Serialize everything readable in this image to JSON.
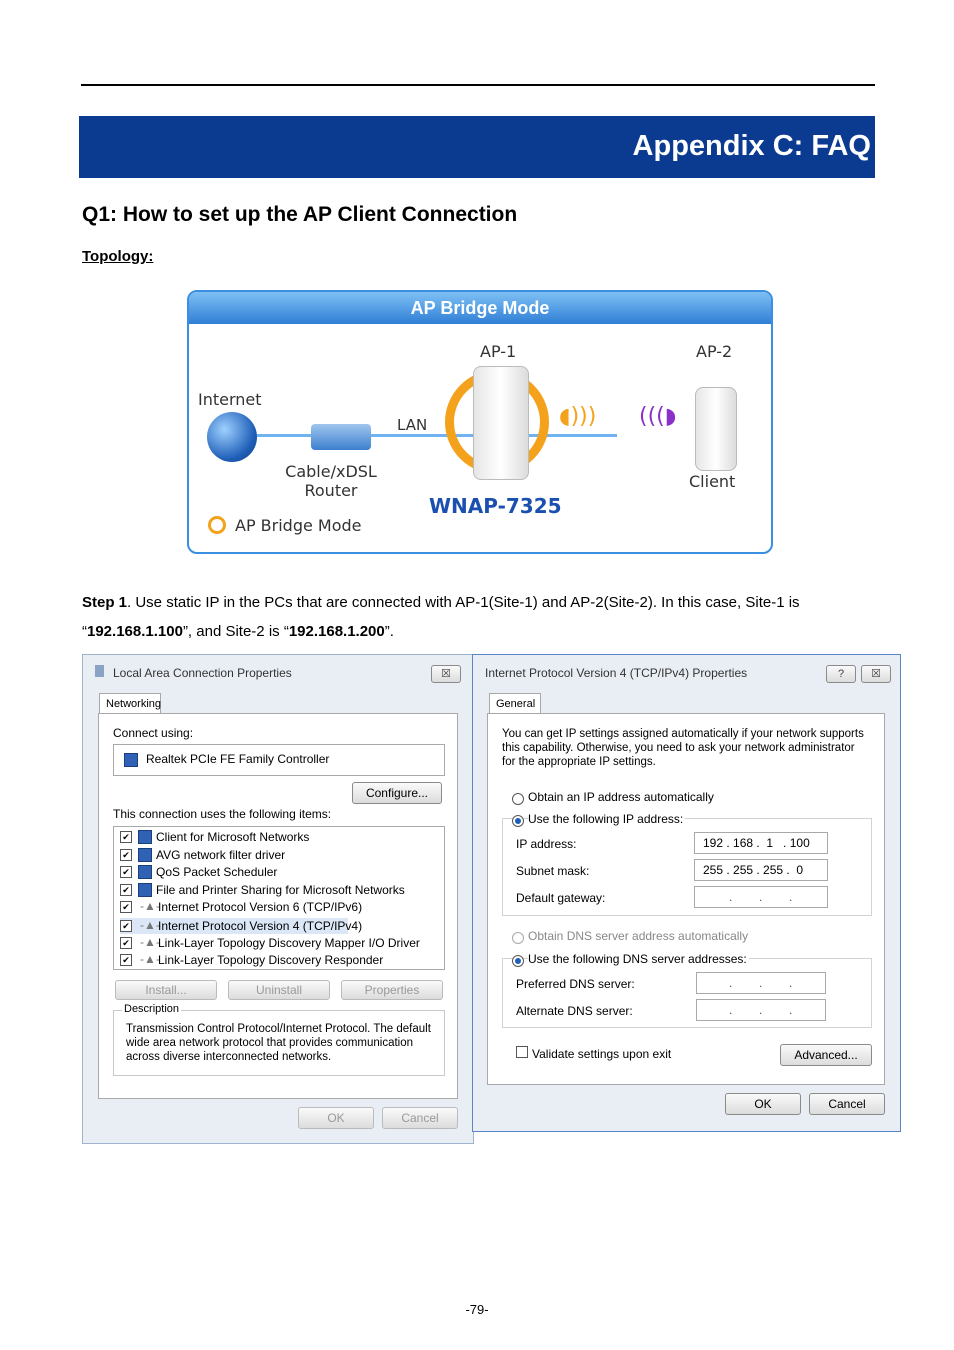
{
  "header": {
    "title": "Appendix C: FAQ"
  },
  "section": {
    "question": "Q1: How to set up the AP Client Connection",
    "topology_label": "Topology:"
  },
  "diagram": {
    "banner": "AP Bridge Mode",
    "internet": "Internet",
    "lan": "LAN",
    "router_line1": "Cable/xDSL",
    "router_line2": "Router",
    "ap1": "AP-1",
    "ap2": "AP-2",
    "model": "WNAP-7325",
    "client": "Client",
    "mode_legend": "AP Bridge Mode"
  },
  "step1": {
    "label": "Step 1",
    "text_a": ". Use static IP in the PCs that are connected with AP-1(Site-1) and AP-2(Site-2). In this case, Site-1 is",
    "quote_open": "“",
    "ip1": "192.168.1.100",
    "text_b": "”, and Site-2 is “",
    "ip2": "192.168.1.200",
    "text_c": "”."
  },
  "lac": {
    "title": "Local Area Connection Properties",
    "close": "☒",
    "tab": "Networking",
    "connect_using": "Connect using:",
    "adapter": "Realtek PCIe FE Family Controller",
    "configure": "Configure...",
    "items_label": "This connection uses the following items:",
    "items": [
      "Client for Microsoft Networks",
      "AVG network filter driver",
      "QoS Packet Scheduler",
      "File and Printer Sharing for Microsoft Networks",
      "Internet Protocol Version 6 (TCP/IPv6)",
      "Internet Protocol Version 4 (TCP/IPv4)",
      "Link-Layer Topology Discovery Mapper I/O Driver",
      "Link-Layer Topology Discovery Responder"
    ],
    "install": "Install...",
    "uninstall": "Uninstall",
    "properties": "Properties",
    "description_label": "Description",
    "description": "Transmission Control Protocol/Internet Protocol. The default wide area network protocol that provides communication across diverse interconnected networks.",
    "ok": "OK",
    "cancel": "Cancel"
  },
  "ipv4": {
    "title": "Internet Protocol Version 4 (TCP/IPv4) Properties",
    "help": "?",
    "close": "☒",
    "tab": "General",
    "intro": "You can get IP settings assigned automatically if your network supports this capability. Otherwise, you need to ask your network administrator for the appropriate IP settings.",
    "obtain_ip_auto": "Obtain an IP address automatically",
    "use_ip": "Use the following IP address:",
    "ip_label": "IP address:",
    "ip_value": "192 . 168 .  1   . 100",
    "mask_label": "Subnet mask:",
    "mask_value": "255 . 255 . 255 .  0",
    "gw_label": "Default gateway:",
    "gw_value": ".        .        .",
    "obtain_dns_auto": "Obtain DNS server address automatically",
    "use_dns": "Use the following DNS server addresses:",
    "pref_dns_label": "Preferred DNS server:",
    "pref_dns_value": ".        .        .",
    "alt_dns_label": "Alternate DNS server:",
    "alt_dns_value": ".        .        .",
    "validate": "Validate settings upon exit",
    "advanced": "Advanced...",
    "ok": "OK",
    "cancel": "Cancel"
  },
  "footer": {
    "page": "-79-"
  }
}
